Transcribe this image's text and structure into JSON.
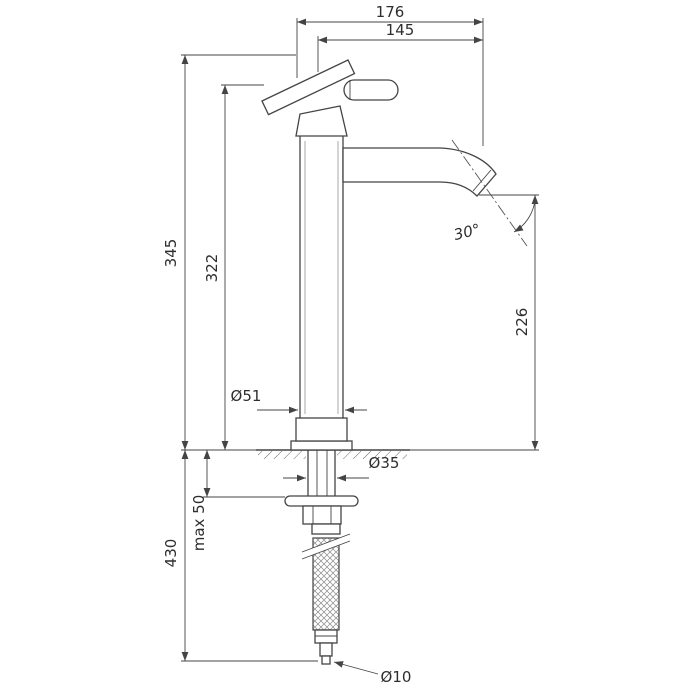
{
  "drawing": {
    "description": "Dimensioned side-view technical drawing of a tall single-lever basin mixer tap with flexible supply hose",
    "background_color": "#ffffff",
    "line_color": "#444444",
    "text_color": "#2e2e2e",
    "labels": {
      "dim_176": "176",
      "dim_145": "145",
      "dim_345": "345",
      "dim_322": "322",
      "dim_226": "226",
      "angle_30": "30°",
      "dia_51": "Ø51",
      "dia_35": "Ø35",
      "max_50": "max 50",
      "dim_430": "430",
      "dia_10": "Ø10"
    }
  }
}
